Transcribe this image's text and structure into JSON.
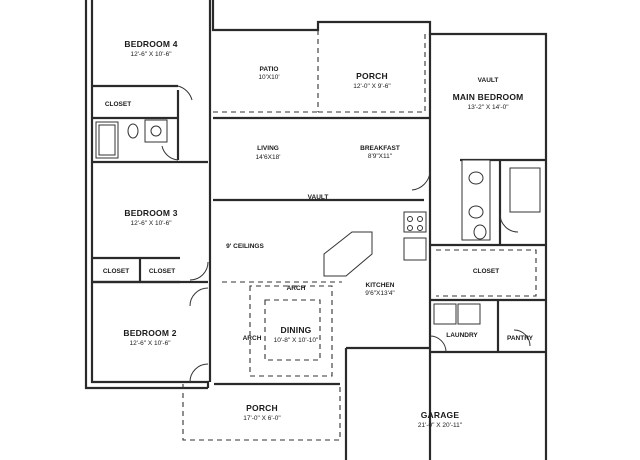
{
  "rooms": {
    "bedroom4": {
      "name": "BEDROOM 4",
      "dims": "12'-6\" X 10'-6\""
    },
    "bedroom3": {
      "name": "BEDROOM 3",
      "dims": "12'-6\" X 10'-6\""
    },
    "bedroom2": {
      "name": "BEDROOM 2",
      "dims": "12'-6\" X 10'-6\""
    },
    "patio": {
      "name": "PATIO",
      "dims": "10'X10'"
    },
    "porch_top": {
      "name": "PORCH",
      "dims": "12'-0\" X 9'-6\""
    },
    "main_bedroom": {
      "name": "MAIN BEDROOM",
      "dims": "13'-2\" X 14'-0\"",
      "vault": "VAULT"
    },
    "living": {
      "name": "LIVING",
      "dims": "14'6X18'"
    },
    "breakfast": {
      "name": "BREAKFAST",
      "dims": "8'9\"X11\""
    },
    "kitchen": {
      "name": "KITCHEN",
      "dims": "9'6\"X13'4\""
    },
    "dining": {
      "name": "DINING",
      "dims": "10'-8\" X 10'-10\""
    },
    "porch_bottom": {
      "name": "PORCH",
      "dims": "17'-0\" X 6'-0\""
    },
    "garage": {
      "name": "GARAGE",
      "dims": "21'-0\" X 20'-11\""
    }
  },
  "labels": {
    "vault_living": "VAULT",
    "ceilings": "9' CEILINGS",
    "closet_b4": "CLOSET",
    "closet_b3_left": "CLOSET",
    "closet_b3_right": "CLOSET",
    "closet_main": "CLOSET",
    "laundry": "LAUNDRY",
    "pantry": "PANTRY",
    "arch_top": "ARCH",
    "arch_left": "ARCH"
  }
}
